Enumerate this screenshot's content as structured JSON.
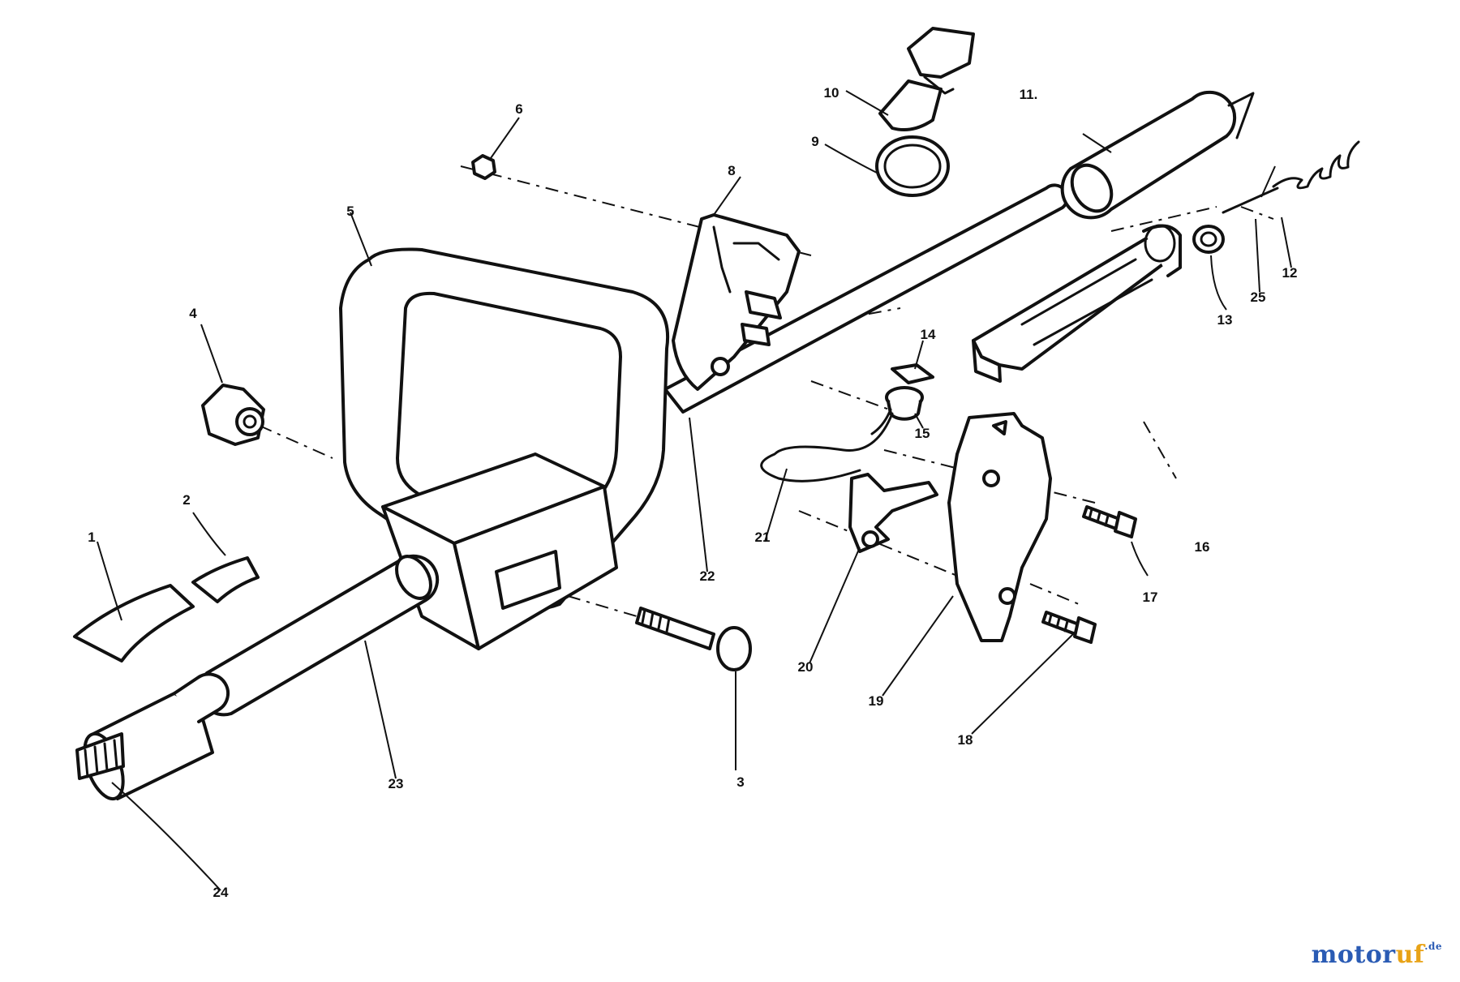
{
  "diagram": {
    "callouts": [
      "1",
      "2",
      "3",
      "4",
      "5",
      "6",
      "8",
      "9",
      "10",
      "11.",
      "12",
      "13",
      "14",
      "15",
      "16",
      "17",
      "18",
      "19",
      "20",
      "21",
      "22",
      "23",
      "24",
      "25"
    ]
  },
  "watermark": {
    "main": "motor",
    "accent": "uf",
    "tld": ".de"
  },
  "colors": {
    "line_art": "#111111",
    "background": "#ffffff",
    "watermark_blue": "#2a5bb4",
    "watermark_orange": "#e8a317"
  }
}
